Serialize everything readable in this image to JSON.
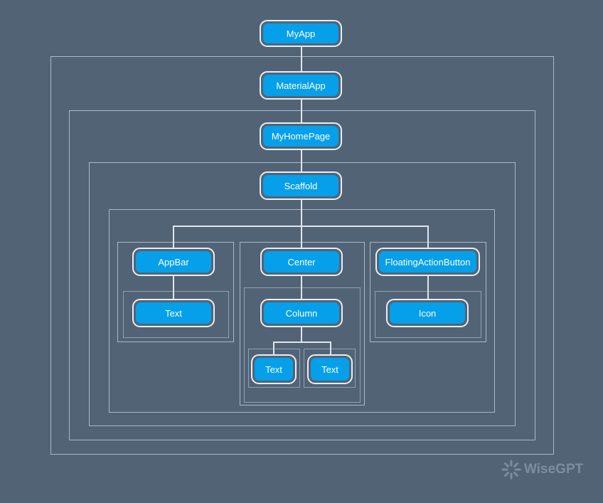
{
  "widgets": {
    "my_app": "MyApp",
    "material_app": "MaterialApp",
    "my_home_page": "MyHomePage",
    "scaffold": "Scaffold",
    "app_bar": "AppBar",
    "app_bar_text": "Text",
    "center": "Center",
    "column": "Column",
    "column_text_1": "Text",
    "column_text_2": "Text",
    "fab": "FloatingActionButton",
    "fab_icon": "Icon"
  },
  "watermark": {
    "label": "WiseGPT",
    "icon": "wisegpt-logo-icon"
  },
  "colors": {
    "background": "#526376",
    "node_fill": "#069fe9",
    "node_border": "#e9eef2",
    "frame": "#a9b9c8"
  }
}
